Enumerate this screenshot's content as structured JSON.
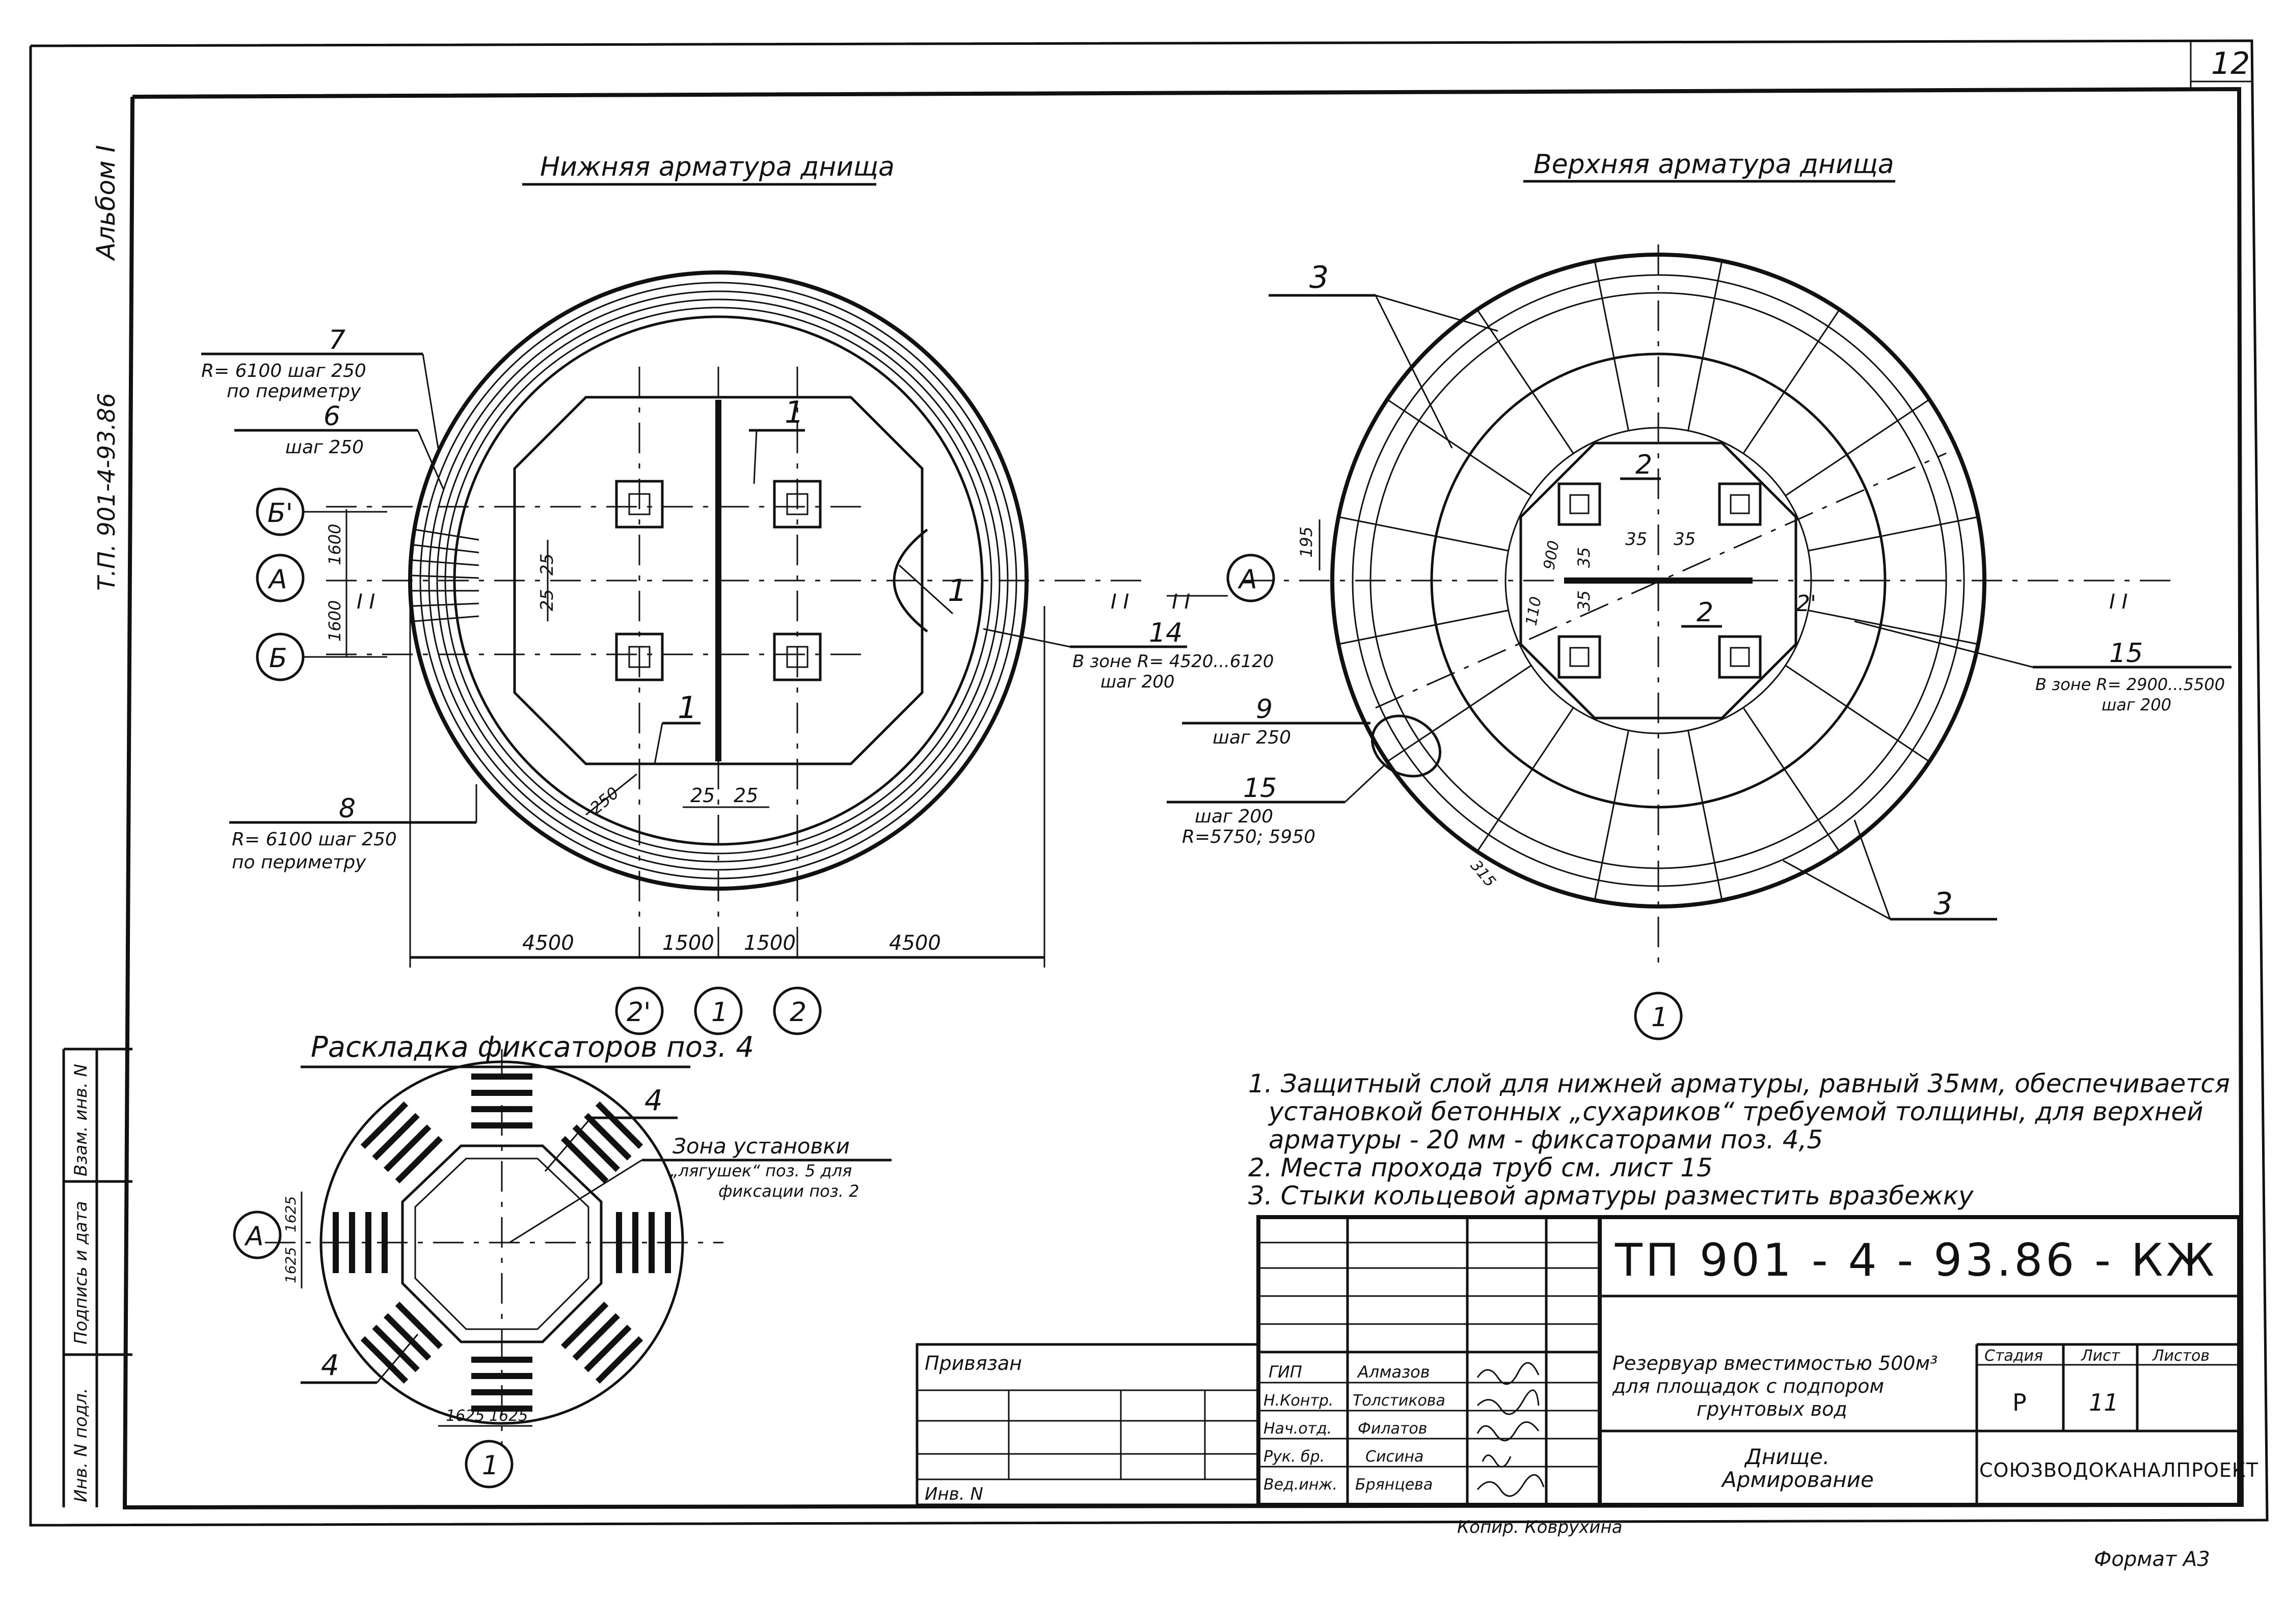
{
  "sheet_number": "12",
  "side": {
    "album": "Альбом I",
    "code": "Т.П. 901-4-93.86"
  },
  "left_strip": [
    "Инв. N подл.",
    "Подпись и дата",
    "Взам. инв. N"
  ],
  "views": {
    "bottom": {
      "title": "Нижняя арматура днища",
      "callouts": {
        "c7": {
          "num": "7",
          "line1": "R= 6100 шаг 250",
          "line2": "по периметру"
        },
        "c6": {
          "num": "6",
          "line1": "шаг 250"
        },
        "c8": {
          "num": "8",
          "line1": "R= 6100 шаг 250",
          "line2": "по периметру"
        },
        "c14": {
          "num": "14",
          "line1": "В зоне R= 4520...6120",
          "line2": "шаг 200"
        },
        "c1a": "1",
        "c1b": "1",
        "c1c": "1"
      },
      "axes": {
        "b_prime": "Б'",
        "a": "А",
        "b": "Б",
        "x2p": "2'",
        "x1": "1",
        "x2": "2"
      },
      "dims": {
        "d1600a": "1600",
        "d1600b": "1600",
        "d25a": "25",
        "d25b": "25",
        "d25c": "25",
        "d25d": "25",
        "d250": "250",
        "section": "I I",
        "bottom": [
          "4500",
          "1500",
          "1500",
          "4500"
        ]
      }
    },
    "top": {
      "title": "Верхняя арматура днища",
      "callouts": {
        "c3a": "3",
        "c3b": "3",
        "c9": {
          "num": "9",
          "line1": "шаг 250"
        },
        "c15a": {
          "num": "15",
          "line1": "шаг 200",
          "line2": "R=5750; 5950"
        },
        "c15b": {
          "num": "15",
          "line1": "В зоне R= 2900...5500",
          "line2": "шаг 200"
        },
        "c2a": "2",
        "c2b": "2",
        "c2c": "2'"
      },
      "axes": {
        "a": "А",
        "x1": "1"
      },
      "dims": {
        "d195": "195",
        "d35a": "35",
        "d35b": "35",
        "d35c": "35",
        "d35d": "35",
        "d110": "110",
        "d900": "900",
        "d315": "315",
        "section_l": "I I",
        "section_r": "I I"
      }
    },
    "fixators": {
      "title": "Раскладка фиксаторов поз. 4",
      "c4a": "4",
      "c4b": "4",
      "zone": {
        "line1": "Зона установки",
        "line2": "„лягушек“ поз. 5 для",
        "line3": "фиксации поз. 2"
      },
      "axes": {
        "a": "А",
        "x1": "1"
      },
      "dims": {
        "d1625a": "1625",
        "d1625b": "1625",
        "d1625c": "1625",
        "d1625d": "1625"
      }
    }
  },
  "notes": [
    "1. Защитный слой для нижней арматуры, равный 35мм, обеспечивается",
    "установкой бетонных „сухариков“ требуемой толщины, для верхней",
    "арматуры - 20 мм - фиксаторами поз. 4,5",
    "2. Места прохода труб см. лист 15",
    "3. Стыки кольцевой арматуры разместить вразбежку"
  ],
  "title_block": {
    "document_code": "ТП 901 - 4 - 93.86 - КЖ",
    "privyazan": "Привязан",
    "inv_n": "Инв. N",
    "roles": [
      {
        "role": "ГИП",
        "name": "Алмазов"
      },
      {
        "role": "Н.Контр.",
        "name": "Толстикова"
      },
      {
        "role": "Нач.отд.",
        "name": "Филатов"
      },
      {
        "role": "Рук. бр.",
        "name": "Сисина"
      },
      {
        "role": "Вед.инж.",
        "name": "Брянцева"
      }
    ],
    "project": [
      "Резервуар вместимостью 500м³",
      "для площадок с подпором",
      "грунтовых вод"
    ],
    "sheet_title": [
      "Днище.",
      "Армирование"
    ],
    "stage_label": "Стадия",
    "sheet_label": "Лист",
    "sheets_label": "Листов",
    "stage": "Р",
    "sheet": "11",
    "organization": "СОЮЗВОДОКАНАЛПРОЕКТ"
  },
  "footer": {
    "copied": "Копир. Ковруxина",
    "format": "Формат А3"
  }
}
